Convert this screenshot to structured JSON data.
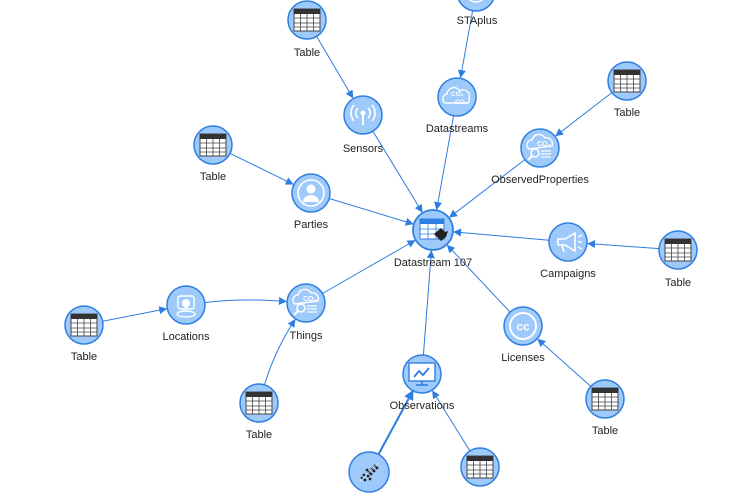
{
  "colors": {
    "node_fill": "#9ec9fb",
    "node_stroke": "#2f7fe0",
    "edge": "#2e7de0",
    "icon_dark": "#333333",
    "icon_light": "#ffffff"
  },
  "nodes": [
    {
      "id": "datastream",
      "label": "Datastream 107",
      "icon": "datastream-table-icon"
    },
    {
      "id": "staplus",
      "label": "STAplus",
      "icon": "staplus-icon"
    },
    {
      "id": "datastreams",
      "label": "Datastreams",
      "icon": "co2-cloud-icon"
    },
    {
      "id": "sensors",
      "label": "Sensors",
      "icon": "sensor-antenna-icon"
    },
    {
      "id": "observedprops",
      "label": "ObservedProperties",
      "icon": "co2-magnifier-icon"
    },
    {
      "id": "parties",
      "label": "Parties",
      "icon": "person-icon"
    },
    {
      "id": "campaigns",
      "label": "Campaigns",
      "icon": "megaphone-icon"
    },
    {
      "id": "things",
      "label": "Things",
      "icon": "co2-magnifier-icon"
    },
    {
      "id": "locations",
      "label": "Locations",
      "icon": "location-pin-icon"
    },
    {
      "id": "licenses",
      "label": "Licenses",
      "icon": "creative-commons-icon"
    },
    {
      "id": "observations",
      "label": "Observations",
      "icon": "monitor-chart-icon"
    },
    {
      "id": "t_sensors",
      "label": "Table",
      "icon": "table-icon"
    },
    {
      "id": "t_parties",
      "label": "Table",
      "icon": "table-icon"
    },
    {
      "id": "t_observedprops",
      "label": "Table",
      "icon": "table-icon"
    },
    {
      "id": "t_campaigns",
      "label": "Table",
      "icon": "table-icon"
    },
    {
      "id": "t_locations",
      "label": "Table",
      "icon": "table-icon"
    },
    {
      "id": "t_things",
      "label": "Table",
      "icon": "table-icon"
    },
    {
      "id": "t_licenses",
      "label": "Table",
      "icon": "table-icon"
    },
    {
      "id": "t_observations",
      "label": "",
      "icon": "table-icon"
    },
    {
      "id": "scatter",
      "label": "",
      "icon": "scatter-plot-icon"
    }
  ],
  "edges": [
    {
      "from": "t_sensors",
      "to": "sensors"
    },
    {
      "from": "sensors",
      "to": "datastream"
    },
    {
      "from": "datastreams",
      "to": "datastream"
    },
    {
      "from": "staplus",
      "to": "datastreams"
    },
    {
      "from": "t_observedprops",
      "to": "observedprops"
    },
    {
      "from": "observedprops",
      "to": "datastream"
    },
    {
      "from": "t_parties",
      "to": "parties"
    },
    {
      "from": "parties",
      "to": "datastream"
    },
    {
      "from": "t_campaigns",
      "to": "campaigns"
    },
    {
      "from": "campaigns",
      "to": "datastream"
    },
    {
      "from": "t_locations",
      "to": "locations"
    },
    {
      "from": "locations",
      "to": "things"
    },
    {
      "from": "t_things",
      "to": "things"
    },
    {
      "from": "things",
      "to": "datastream"
    },
    {
      "from": "t_licenses",
      "to": "licenses"
    },
    {
      "from": "licenses",
      "to": "datastream"
    },
    {
      "from": "observations",
      "to": "datastream"
    },
    {
      "from": "t_observations",
      "to": "observations"
    },
    {
      "from": "scatter",
      "to": "observations"
    }
  ]
}
